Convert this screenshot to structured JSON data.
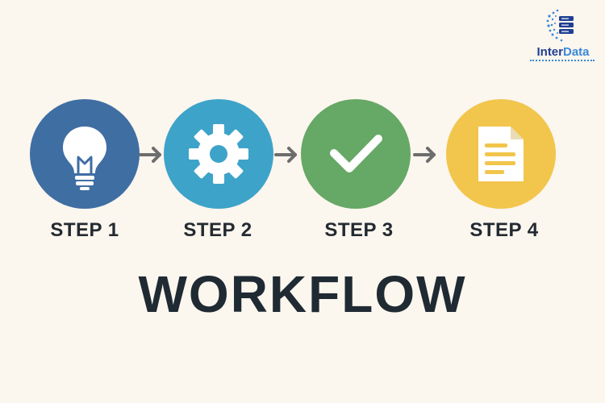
{
  "logo": {
    "brand_main": "Inter",
    "brand_accent": "Data",
    "icon": "server-stack-icon"
  },
  "steps": [
    {
      "label": "STEP 1",
      "icon": "lightbulb-icon",
      "color": "#3f6ea3"
    },
    {
      "label": "STEP 2",
      "icon": "gear-icon",
      "color": "#3ea3c8"
    },
    {
      "label": "STEP 3",
      "icon": "checkmark-icon",
      "color": "#66a865"
    },
    {
      "label": "STEP 4",
      "icon": "document-icon",
      "color": "#f2c54c"
    }
  ],
  "arrow_color": "#6d6d6d",
  "title": "WORKFLOW"
}
